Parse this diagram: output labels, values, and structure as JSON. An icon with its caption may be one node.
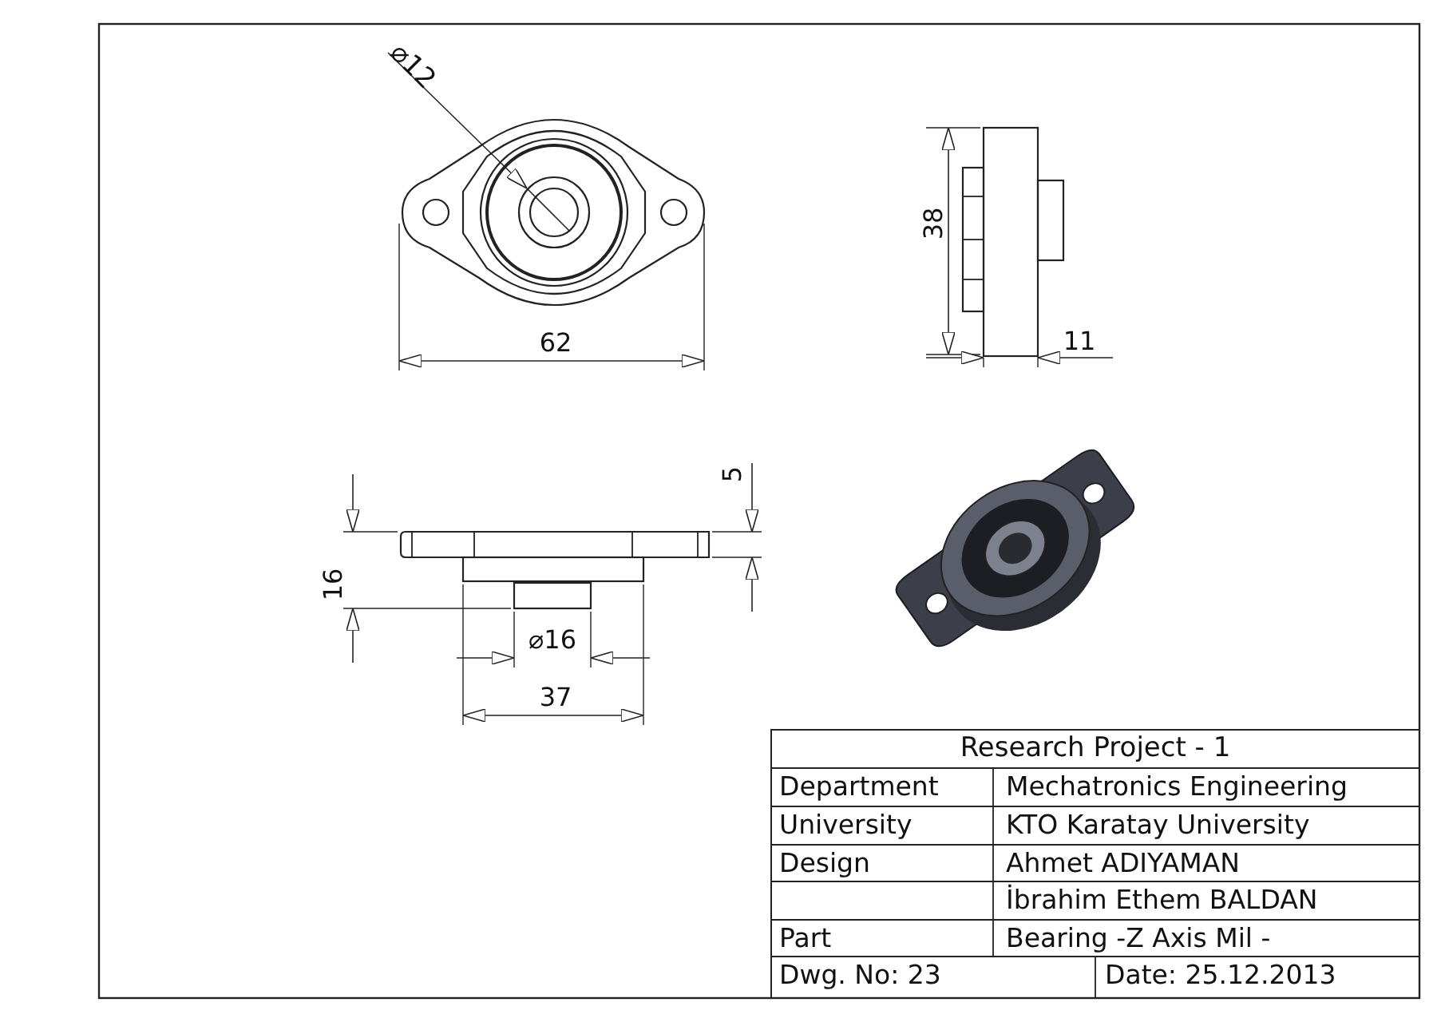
{
  "diagram": {
    "labels": [
      "⌀12",
      "38",
      "62",
      "11",
      "5",
      "16",
      "⌀16",
      "37",
      "Research Project - 1",
      "Department",
      "Mechatronics Engineering",
      "University",
      "KTO Karatay University",
      "Design",
      "Ahmet ADIYAMAN",
      "İbrahim Ethem BALDAN",
      "Part",
      "Bearing -Z Axis Mil -",
      "Dwg. No: 23",
      "Date: 25.12.2013"
    ]
  }
}
